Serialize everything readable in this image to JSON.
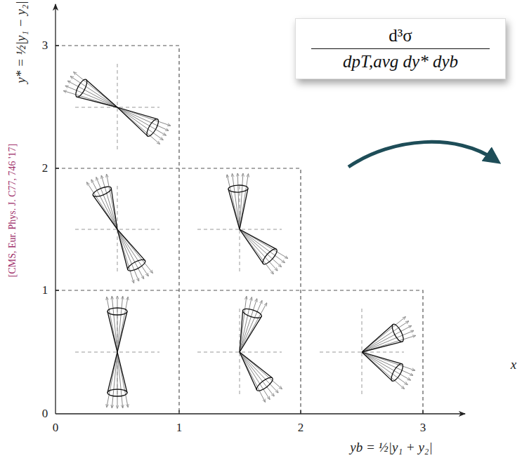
{
  "diagram": {
    "nodes": [
      {
        "text": [
          "d³σ",
          "dpT,avg dy* dyb"
        ]
      }
    ],
    "labels": [
      "y* = ½|y₁ − y₂|",
      "yb = ½|y₁ + y₂|",
      "0",
      "1",
      "2",
      "3",
      "0",
      "1",
      "2",
      "3",
      "[CMS, Eur. Phys. J. C77, 746 '17]",
      "x"
    ]
  }
}
